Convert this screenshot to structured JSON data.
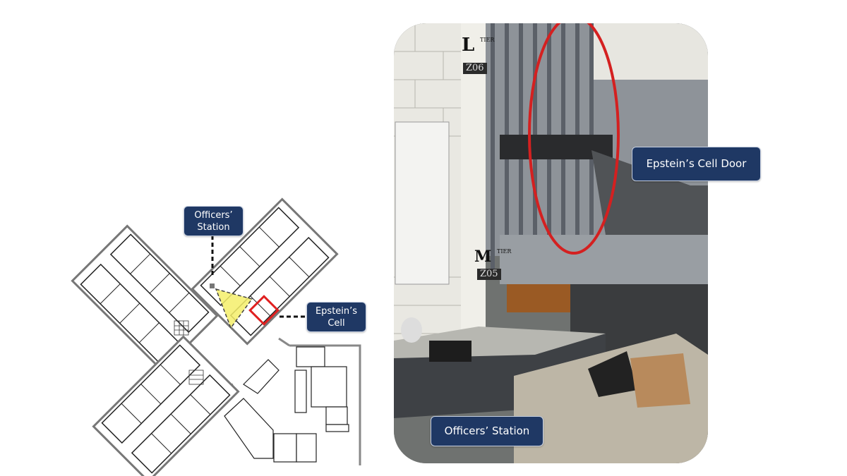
{
  "floor_plan": {
    "labels": {
      "officers_station": "Officers’ Station",
      "epsteins_cell": "Epstein’s Cell"
    },
    "highlight_colors": {
      "view_cone": "#f5ef6a",
      "cell": "#e02020"
    }
  },
  "photo": {
    "labels": {
      "cell_door": "Epstein’s Cell Door",
      "officers_station": "Officers’ Station"
    },
    "signs": {
      "upper_tier_letter": "L",
      "upper_tier_word": "TIER",
      "upper_tier_code": "Z06",
      "lower_tier_letter": "M",
      "lower_tier_word": "TIER",
      "lower_tier_code": "Z05"
    },
    "highlight_color": "#d42020"
  },
  "colors": {
    "label_bg": "#1f3864",
    "label_text": "#ffffff"
  }
}
